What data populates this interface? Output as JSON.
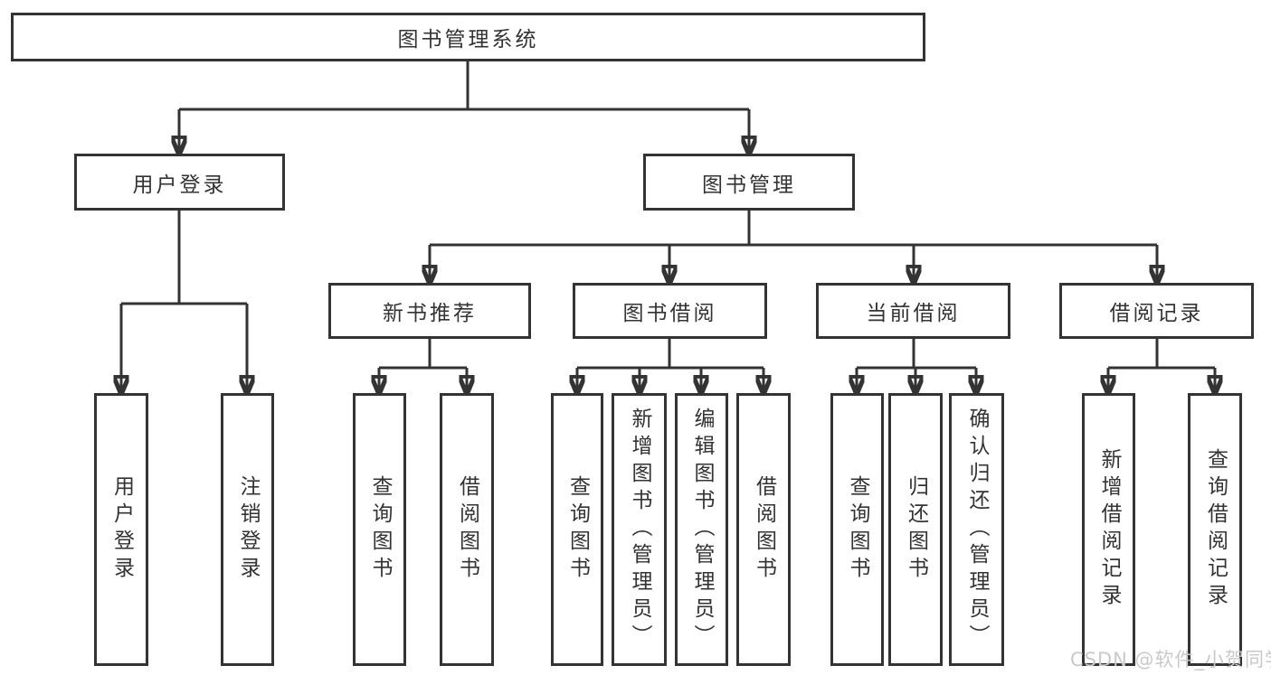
{
  "diagram": {
    "root": {
      "label": "图书管理系统"
    },
    "branches": [
      {
        "label": "用户登录",
        "children": [
          {
            "label": "用户登录"
          },
          {
            "label": "注销登录"
          }
        ]
      },
      {
        "label": "图书管理",
        "children": [
          {
            "label": "新书推荐",
            "children": [
              {
                "label": "查询图书"
              },
              {
                "label": "借阅图书"
              }
            ]
          },
          {
            "label": "图书借阅",
            "children": [
              {
                "label": "查询图书"
              },
              {
                "label": "新增图书（管理员）"
              },
              {
                "label": "编辑图书（管理员）"
              },
              {
                "label": "借阅图书"
              }
            ]
          },
          {
            "label": "当前借阅",
            "children": [
              {
                "label": "查询图书"
              },
              {
                "label": "归还图书"
              },
              {
                "label": "确认归还（管理员）"
              }
            ]
          },
          {
            "label": "借阅记录",
            "children": [
              {
                "label": "新增借阅记录"
              },
              {
                "label": "查询借阅记录"
              }
            ]
          }
        ]
      }
    ],
    "watermark": "CSDN @软件_小贺同学"
  },
  "colors": {
    "line": "#333333",
    "text": "#333333",
    "background": "#ffffff",
    "watermark": "#c9c9c9"
  }
}
